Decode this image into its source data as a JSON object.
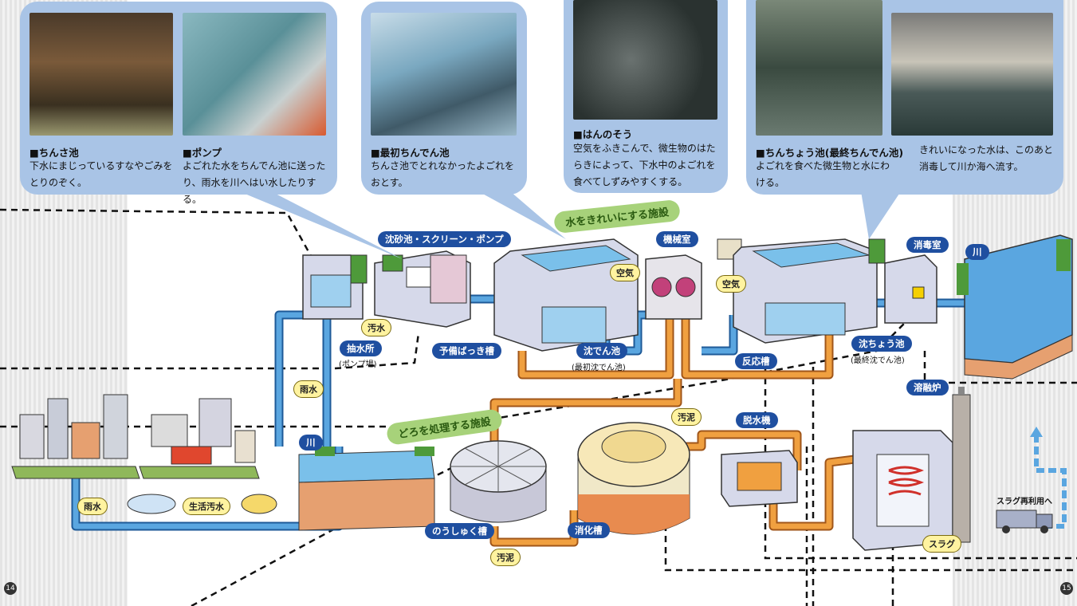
{
  "panels": [
    {
      "title": "■ちんさ池",
      "text": "下水にまじっているすなやごみをとりのぞく。"
    },
    {
      "title": "■ポンプ",
      "text": "よごれた水をちんでん池に送ったり、雨水を川へはい水したりする。"
    },
    {
      "title": "■最初ちんでん池",
      "text": "ちんさ池でとれなかったよごれをおとす。"
    },
    {
      "title": "■はんのそう",
      "text": "空気をふきこんで、微生物のはたらきによって、下水中のよごれを食べてしずみやすくする。"
    },
    {
      "title": "■ちんちょう池(最終ちんでん池)",
      "text": "よごれを食べた微生物と水にわける。"
    },
    {
      "title": "",
      "text": "きれいになった水は、このあと消毒して川か海へ流す。"
    }
  ],
  "section_labels": {
    "water": "水をきれいにする施設",
    "sludge": "どろを処理する施設"
  },
  "tags": {
    "screen": "沈砂池・スクリーン・ポンプ",
    "machine": "機械室",
    "disinfect": "消毒室",
    "river_top": "川",
    "pump": "抽水所",
    "pump_note": "(ポンプ場)",
    "pre_aeration": "予備ばっき槽",
    "primary": "沈でん池",
    "primary_note": "(最初沈でん池)",
    "reaction": "反応槽",
    "final": "沈ちょう池",
    "final_note": "(最終沈でん池)",
    "river_mid": "川",
    "thickener": "のうしゅく槽",
    "digester": "消化槽",
    "dewater": "脱水機",
    "melting": "溶融炉"
  },
  "bubbles": {
    "sewage1": "汚水",
    "rain1": "雨水",
    "rain2": "雨水",
    "domestic": "生活汚水",
    "air1": "空気",
    "air2": "空気",
    "sludge1": "汚泥",
    "sludge2": "汚泥",
    "slag": "スラグ"
  },
  "slag_reuse": "スラグ再利用へ",
  "pages": {
    "left": "14",
    "right": "15"
  },
  "colors": {
    "panel": "#a9c4e6",
    "pipe_blue": "#5aa6e0",
    "pipe_orange": "#f0a040",
    "tag": "#1f4fa0",
    "green": "#a7d27a",
    "bubble": "#fff3a0"
  }
}
